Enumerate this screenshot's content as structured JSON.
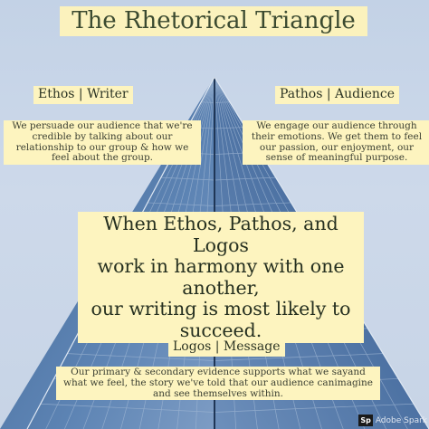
{
  "title": "The Rhetorical Triangle",
  "ethos": {
    "heading": "Ethos | Writer",
    "text": "We persuade our audience that we're credible by talking about our relationship to our group & how we feel about the group."
  },
  "pathos": {
    "heading": "Pathos | Audience",
    "text": "We engage our audience through their emotions. We get them to feel our passion, our enjoyment, our sense of meaningful purpose."
  },
  "center": {
    "line1": "When Ethos, Pathos, and Logos",
    "line2": "work in harmony with one another,",
    "line3": "our writing is most likely to succeed."
  },
  "logos": {
    "heading": "Logos | Message",
    "text": "Our primary & secondary evidence supports what we sayand what we feel, the story we've told that our audience canimagine and see themselves within."
  },
  "badge": {
    "mark": "Sp",
    "text": "Adobe Spark"
  },
  "colors": {
    "label_bg": "#fdf4bf",
    "sky": "#c9d6e8",
    "glass": "#4a6f9e"
  }
}
